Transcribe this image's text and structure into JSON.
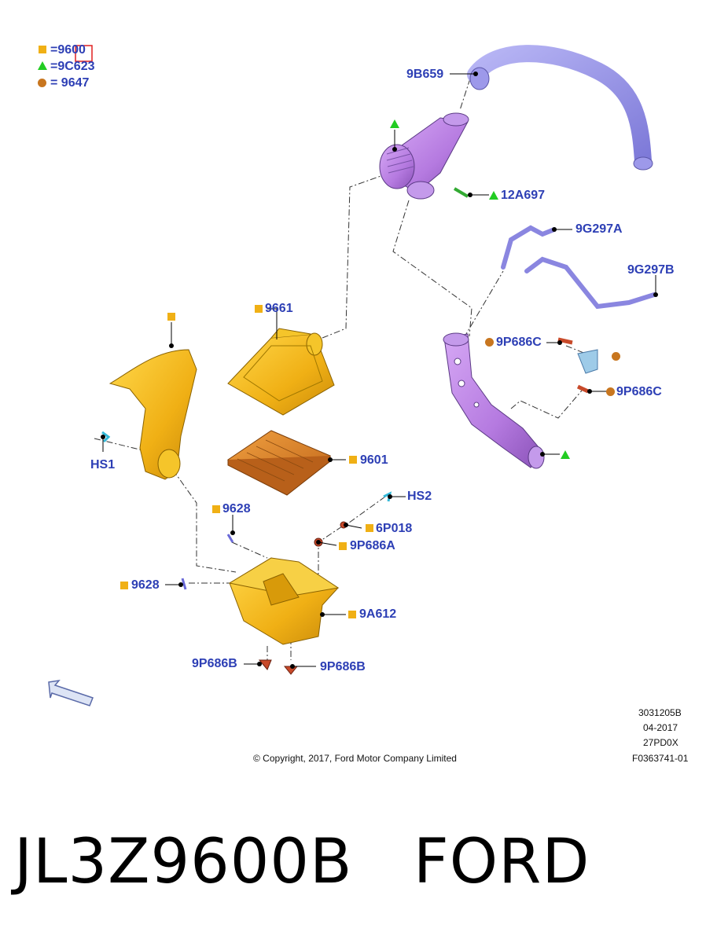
{
  "legend": {
    "items": [
      {
        "marker": "square",
        "label": "=9600"
      },
      {
        "marker": "triangle",
        "label": "=9C623"
      },
      {
        "marker": "circle",
        "label": "= 9647"
      }
    ]
  },
  "callouts": {
    "l9B659": "9B659",
    "l12A697": "12A697",
    "l9G297A": "9G297A",
    "l9G297B": "9G297B",
    "l9P686C_1": "9P686C",
    "l9P686C_2": "9P686C",
    "l9661": "9661",
    "l9601": "9601",
    "lHS1": "HS1",
    "lHS2": "HS2",
    "l9628_a": "9628",
    "l9628_b": "9628",
    "l6P018": "6P018",
    "l9P686A": "9P686A",
    "l9A612": "9A612",
    "l9P686B_1": "9P686B",
    "l9P686B_2": "9P686B"
  },
  "meta": {
    "copyright": "© Copyright, 2017, Ford Motor Company Limited",
    "ref1": "3031205B",
    "ref2": "04-2017",
    "ref3": "27PD0X",
    "ref4": "F0363741-01"
  },
  "footer": {
    "text": "JL3Z9600B   FORD"
  },
  "colors": {
    "label_blue": "#2d3fb5",
    "yellow_part": "#f0b015",
    "purple_part": "#b57ae0",
    "violet_tube": "#8a86e0",
    "triangle_green": "#22cc22",
    "circle_brown": "#c8761f",
    "filter_orange": "#d9822b",
    "highlight_red": "#e02020"
  }
}
